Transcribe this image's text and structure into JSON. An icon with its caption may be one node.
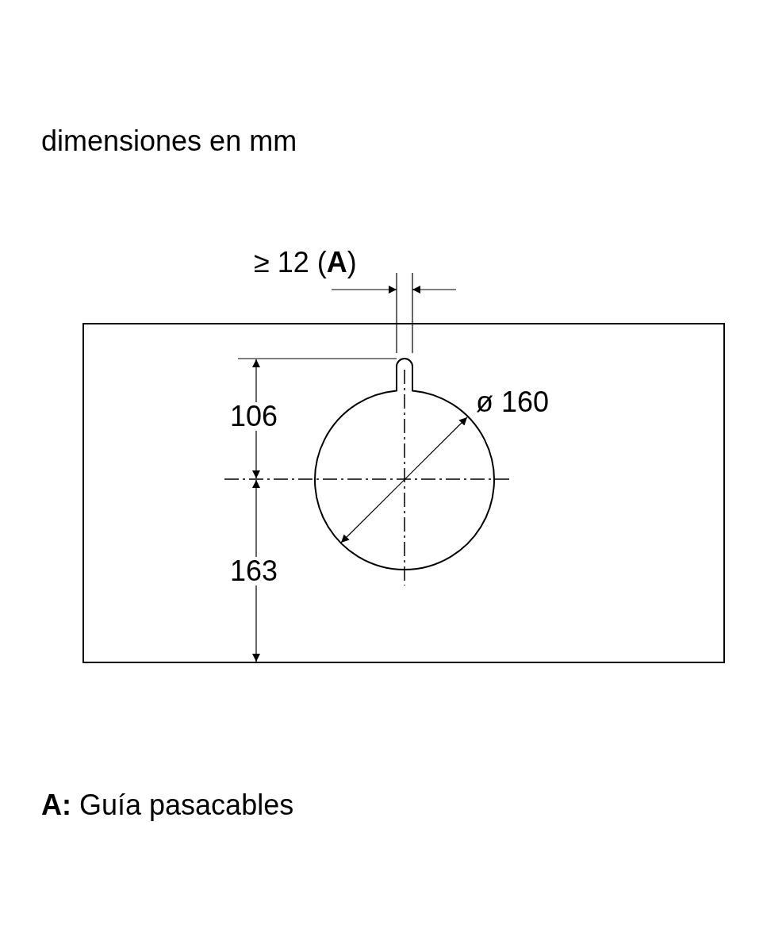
{
  "diagram": {
    "labels": [
      "dimensiones en mm",
      "≥ 12 (**A**)",
      "106",
      "ø 160",
      "163",
      "**A:** Guía pasacables"
    ]
  }
}
